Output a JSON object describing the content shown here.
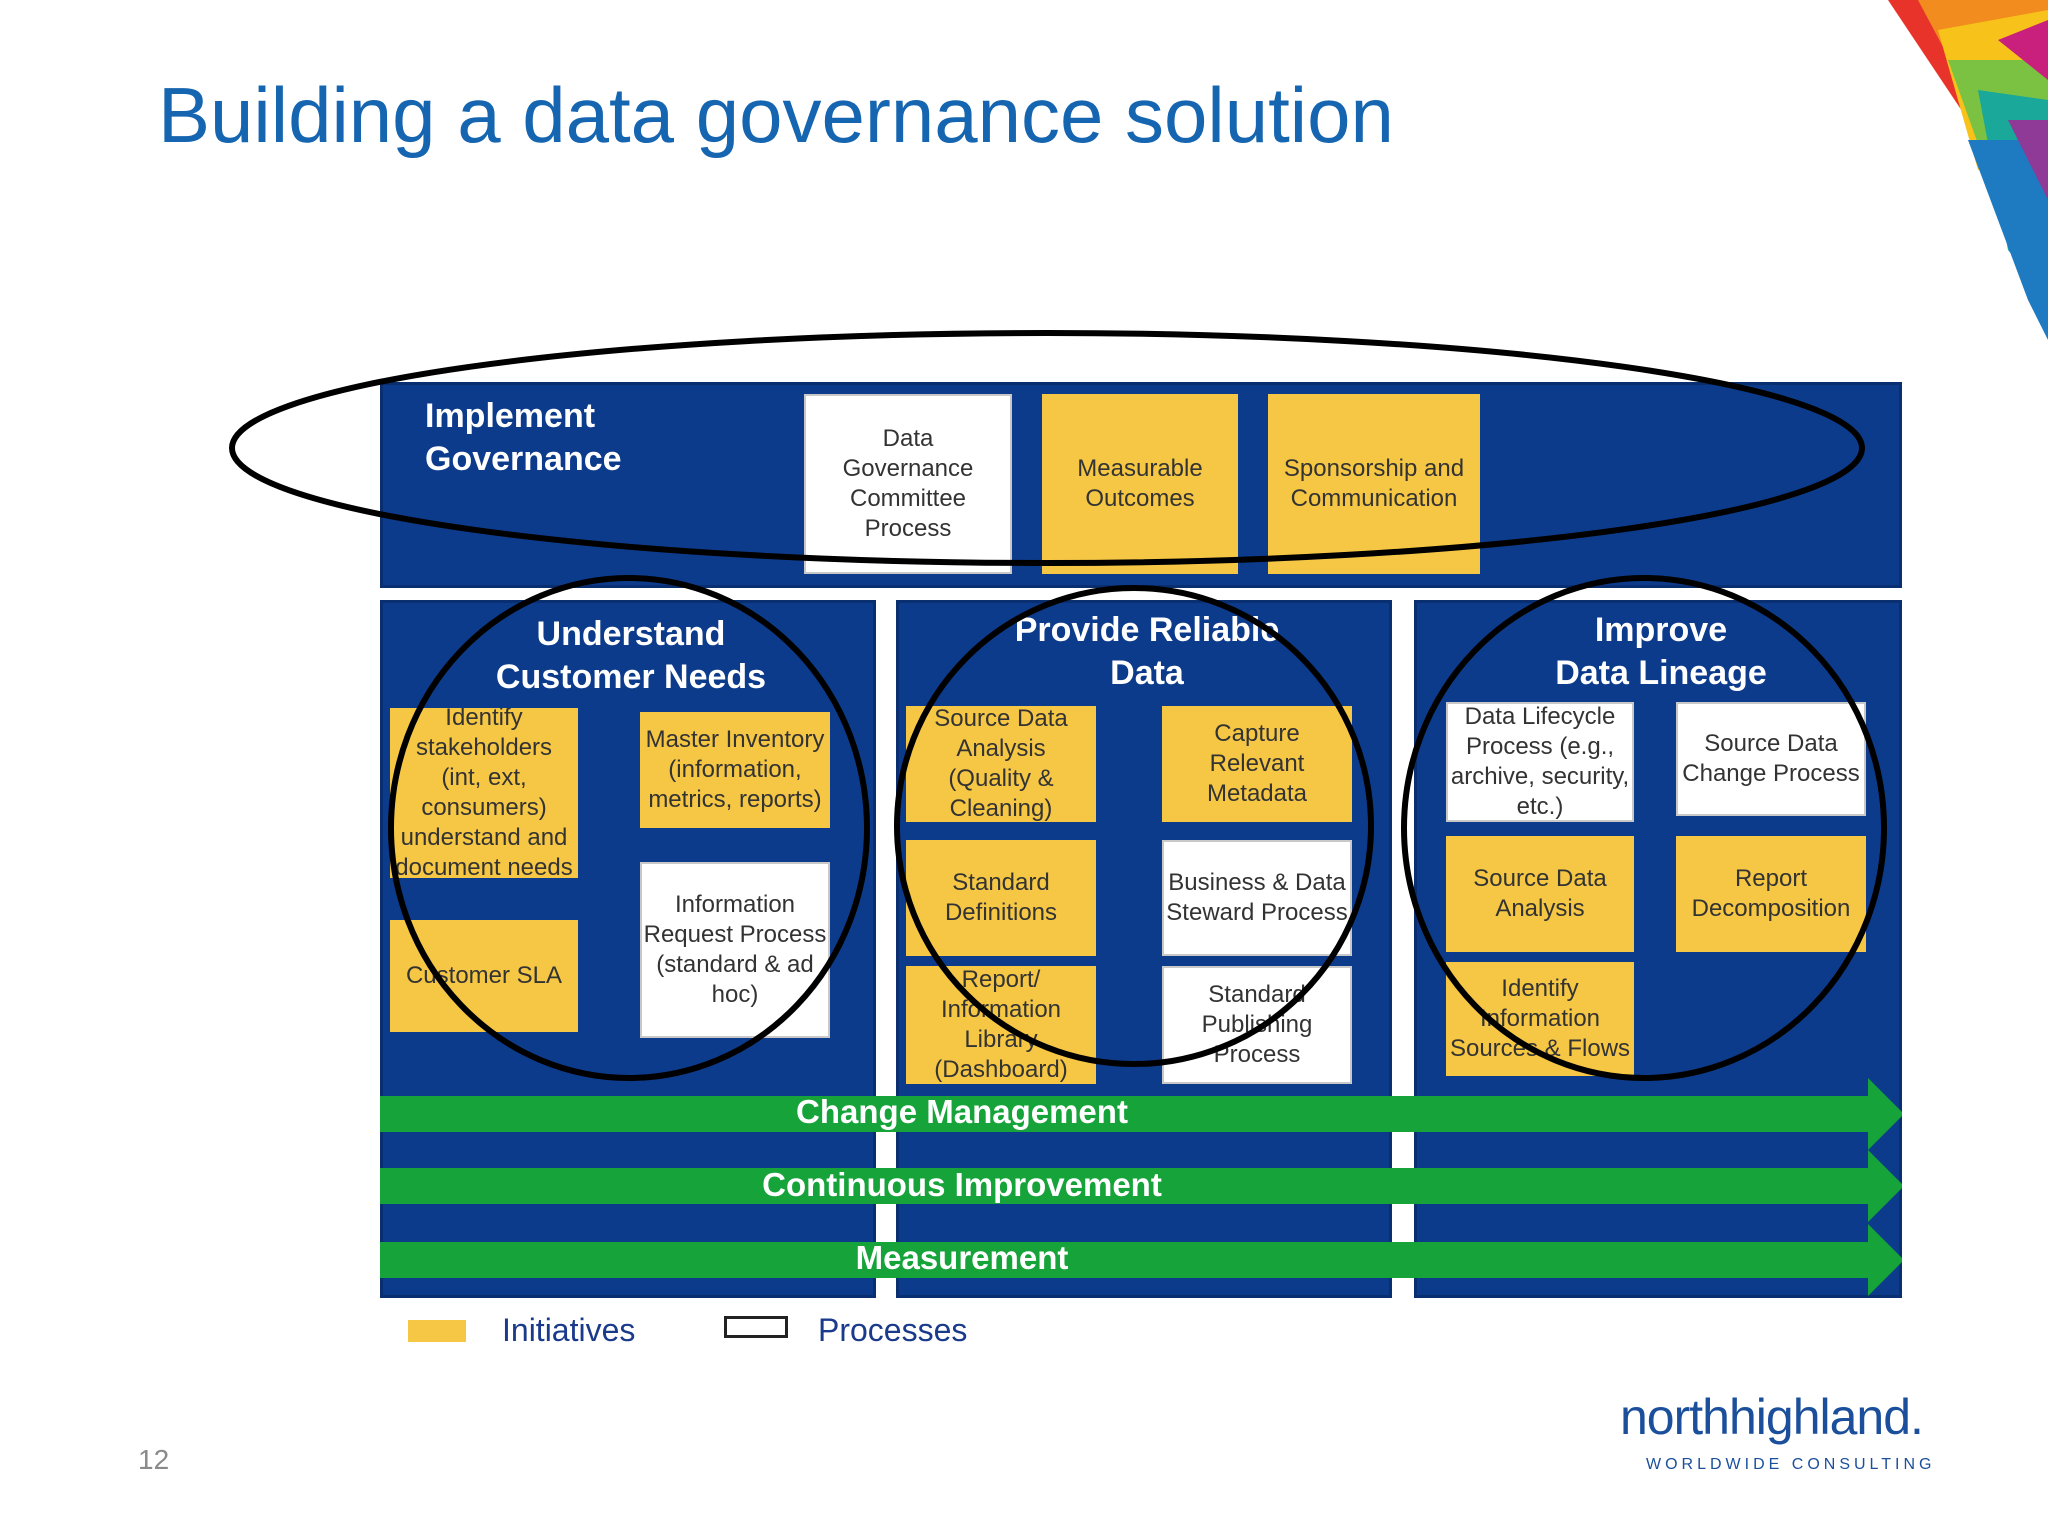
{
  "title": "Building a data governance solution",
  "page_number": "12",
  "logo": {
    "name": "northhighland.",
    "tagline": "WORLDWIDE CONSULTING"
  },
  "governance": {
    "title": "Implement\nGovernance",
    "boxes": [
      {
        "label": "Data\nGovernance\nCommittee\nProcess",
        "kind": "process"
      },
      {
        "label": "Measurable\nOutcomes",
        "kind": "initiative"
      },
      {
        "label": "Sponsorship and\nCommunication",
        "kind": "initiative"
      }
    ]
  },
  "columns": [
    {
      "title": "Understand\nCustomer Needs",
      "boxes": [
        {
          "label": "Identify\nstakeholders\n(int, ext,\nconsumers)\nunderstand and\ndocument needs",
          "kind": "initiative"
        },
        {
          "label": "Master Inventory\n(information,\nmetrics, reports)",
          "kind": "initiative"
        },
        {
          "label": "Information\nRequest Process\n(standard & ad\nhoc)",
          "kind": "process"
        },
        {
          "label": "Customer SLA",
          "kind": "initiative"
        }
      ]
    },
    {
      "title": "Provide Reliable\nData",
      "boxes": [
        {
          "label": "Source Data\nAnalysis\n(Quality &\nCleaning)",
          "kind": "initiative"
        },
        {
          "label": "Capture\nRelevant\nMetadata",
          "kind": "initiative"
        },
        {
          "label": "Standard\nDefinitions",
          "kind": "initiative"
        },
        {
          "label": "Business & Data\nSteward Process",
          "kind": "process"
        },
        {
          "label": "Report/\nInformation\nLibrary\n(Dashboard)",
          "kind": "initiative"
        },
        {
          "label": "Standard\nPublishing\nProcess",
          "kind": "process"
        }
      ]
    },
    {
      "title": "Improve\nData Lineage",
      "boxes": [
        {
          "label": "Data Lifecycle\nProcess (e.g.,\narchive, security,\netc.)",
          "kind": "process"
        },
        {
          "label": "Source Data\nChange Process",
          "kind": "process"
        },
        {
          "label": "Source Data\nAnalysis",
          "kind": "initiative"
        },
        {
          "label": "Report\nDecomposition",
          "kind": "initiative"
        },
        {
          "label": "Identify\nInformation\nSources & Flows",
          "kind": "initiative"
        }
      ]
    }
  ],
  "arrows": [
    "Change Management",
    "Continuous Improvement",
    "Measurement"
  ],
  "legend": {
    "initiatives": "Initiatives",
    "processes": "Processes"
  },
  "colors": {
    "panel": "#0d3b8c",
    "initiative": "#f6c744",
    "arrow": "#16a33a",
    "title": "#1565b0"
  }
}
